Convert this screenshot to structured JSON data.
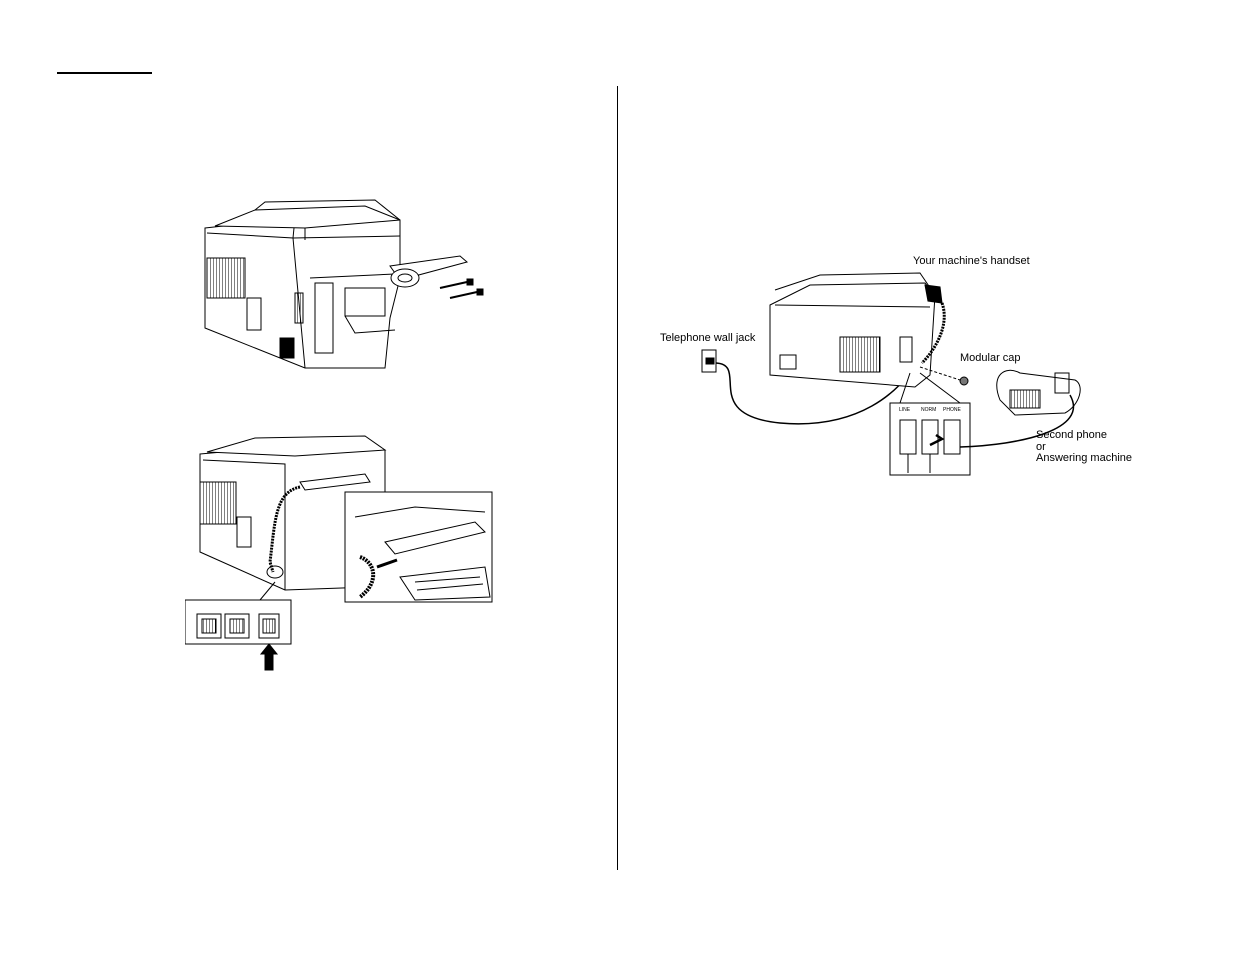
{
  "labels": {
    "wall_jack": "Telephone wall jack",
    "handset": "Your machine's handset",
    "modular_cap": "Modular cap",
    "second_phone_line1": "Second phone",
    "second_phone_line2": "or",
    "second_phone_line3": "Answering machine",
    "jack_line": "LINE",
    "jack_norm": "NORM",
    "jack_phone": "PHONE"
  }
}
